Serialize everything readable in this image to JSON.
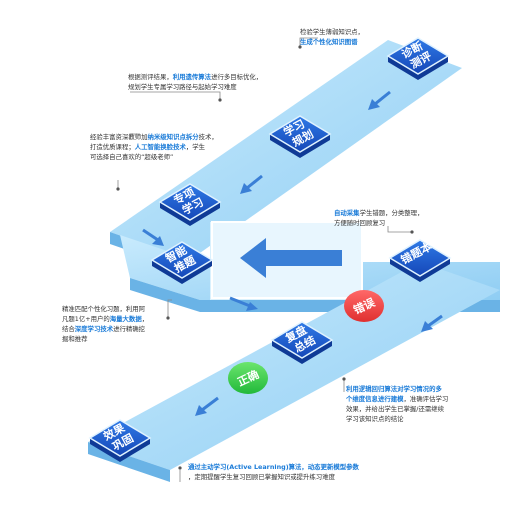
{
  "colors": {
    "path_top": "#a9dbf7",
    "path_side": "#6fb9ea",
    "tile_fill": "#1d5fcf",
    "tile_edge": "#dff2ff",
    "arrow": "#3a7fd6",
    "highlight": "#1a7bd8",
    "badge_red": "#f0494a",
    "badge_green": "#3fcf56"
  },
  "tiles": [
    {
      "id": "diagnose",
      "label": "诊断测评"
    },
    {
      "id": "plan",
      "label": "学习规划"
    },
    {
      "id": "study",
      "label": "专项学习"
    },
    {
      "id": "push",
      "label": "智能推题"
    },
    {
      "id": "wrongbook",
      "label": "错题本"
    },
    {
      "id": "review",
      "label": "复盘总结"
    },
    {
      "id": "consolidate",
      "label": "效果巩固"
    }
  ],
  "badges": {
    "wrong": "错误",
    "correct": "正确"
  },
  "notes": {
    "n1": {
      "l1": "检验学生薄弱知识点，",
      "l2": "生成个性化知识图谱"
    },
    "n2": {
      "l1_a": "根据测评结果，",
      "l1_hl": "利用遗传算法",
      "l1_b": "进行多目标优化，",
      "l2": "规划学生专属学习路径与起始学习难度"
    },
    "n3": {
      "l1_a": "经验丰富资深教师加",
      "l1_hl": "纳米级知识点拆分",
      "l1_b": "技术，",
      "l2_a": "打造优质课程；",
      "l2_hl": "人工智能换脸技术",
      "l2_b": "，学生",
      "l3": "可选择自己喜欢的“超级老师”"
    },
    "n4": {
      "l1_hl": "自动采集",
      "l1_b": "学生错题，分类整理，",
      "l2": "方便随时回顾复习"
    },
    "n5": {
      "l1": "精准匹配个性化习题，利用阿",
      "l2_a": "凡题1亿+用户的",
      "l2_hl": "海量大数据",
      "l2_b": "，",
      "l3_a": "结合",
      "l3_hl": "深度学习技术",
      "l3_b": "进行精确挖",
      "l4": "掘和推荐"
    },
    "n6": {
      "l1_hl": "利用逻辑回归算法对学习情况的多",
      "l2_hl": "个维度信息进行建模",
      "l2_b": "，准确评估学习",
      "l3": "效果，并给出学生已掌握/还需继续",
      "l4": "学习该知识点的结论"
    },
    "n7": {
      "l1_hl": "通过主动学习(Active Learning)算法，动态更新模型参数",
      "l2": "，定期提醒学生复习回顾已掌握知识或提升练习难度"
    }
  }
}
